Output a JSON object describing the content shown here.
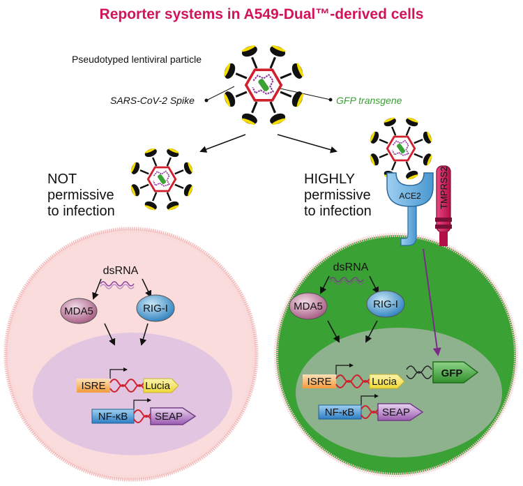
{
  "title": "Reporter systems in A549-Dual™-derived cells",
  "colors": {
    "title": "#d1145a",
    "cell_pink": "#f8d9d9",
    "cell_green": "#3aa135",
    "nucleus_pink": "#e2c6e1",
    "nucleus_green": "#8fb28e",
    "spike_black": "#111111",
    "spike_yellow": "#f4dc00",
    "capsid_red": "#d01f2d",
    "rna_purple": "#8e3a9e",
    "gfp_green": "#3aa135",
    "ace2_blue": "#5aa6da",
    "tmprss2_red": "#d1145a",
    "isre_orange": "#f7a64a",
    "lucia_yellow": "#f4e34c",
    "nfkb_blue": "#3a86c8",
    "seap_purple": "#a564b4",
    "arrow_purple": "#7b2a8c"
  },
  "particle": {
    "label": "Pseudotyped  lentiviral particle",
    "spike_label": "SARS-CoV-2 Spike",
    "transgene_label": "GFP transgene"
  },
  "left": {
    "status_lines": [
      "NOT",
      "permissive",
      "to infection"
    ],
    "dsrna": "dsRNA",
    "mda5": "MDA5",
    "rigi": "RIG-I",
    "isre": "ISRE",
    "lucia": "Lucia",
    "nfkb": "NF-κB",
    "seap": "SEAP"
  },
  "right": {
    "status_lines": [
      "HIGHLY",
      "permissive",
      "to infection"
    ],
    "ace2": "ACE2",
    "tmprss2": "TMPRSS2",
    "dsrna": "dsRNA",
    "mda5": "MDA5",
    "rigi": "RIG-I",
    "isre": "ISRE",
    "lucia": "Lucia",
    "nfkb": "NF-κB",
    "seap": "SEAP",
    "gfp": "GFP"
  }
}
